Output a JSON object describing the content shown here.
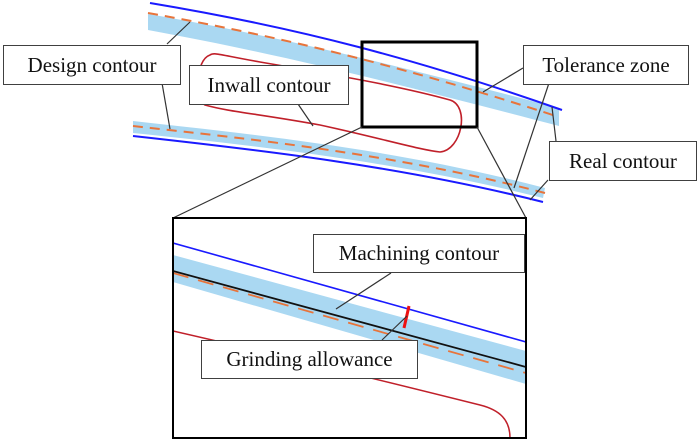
{
  "title": "Contour diagram with tolerance zone and zoomed inset",
  "colors": {
    "design_contour": "#e8743b",
    "tolerance_zone": "#aad8f2",
    "real_contour": "#1a1aff",
    "inwall_contour": "#c0202a",
    "machining_contour": "#111111",
    "grinding_allowance": "#ee1111",
    "leader": "#333333",
    "frame": "#000000"
  },
  "labels": {
    "design_contour": "Design contour",
    "inwall_contour": "Inwall contour",
    "tolerance_zone": "Tolerance zone",
    "real_contour": "Real contour",
    "machining_contour": "Machining contour",
    "grinding_allowance": "Grinding allowance"
  },
  "legend_semantics": {
    "design_contour": "orange dashed line",
    "tolerance_zone": "light blue band",
    "real_contour": "blue solid line",
    "inwall_contour": "red solid loop",
    "machining_contour": "black solid line (inset)",
    "grinding_allowance": "short red segment (inset)"
  }
}
